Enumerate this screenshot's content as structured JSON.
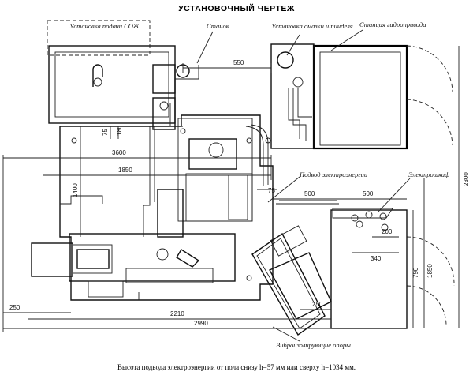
{
  "title": "УСТАНОВОЧНЫЙ ЧЕРТЕЖ",
  "labels": {
    "coolant_unit": "Установка подачи СОЖ",
    "machine": "Станок",
    "spindle_lube": "Установка смазки шпинделя",
    "hydraulic_station": "Станция гидропривода",
    "power_supply": "Подвод электроэнергии",
    "electrical_cabinet": "Электрошкаф",
    "vibration_mounts": "Виброизолирующие опоры"
  },
  "dimensions": {
    "d550": "550",
    "d3600": "3600",
    "d1850": "1850",
    "d1400": "1400",
    "d75a": "75",
    "d180": "180",
    "d75b": "75",
    "d500a": "500",
    "d500b": "500",
    "d200": "200",
    "d340": "340",
    "d790": "790",
    "d1850v": "1850",
    "d2300": "2300",
    "d250a": "250",
    "d2210": "2210",
    "d250b": "250",
    "d2990": "2990"
  },
  "footer": "Высота подвода электроэнергии от пола снизу h=57 мм или сверху h=1034 мм."
}
